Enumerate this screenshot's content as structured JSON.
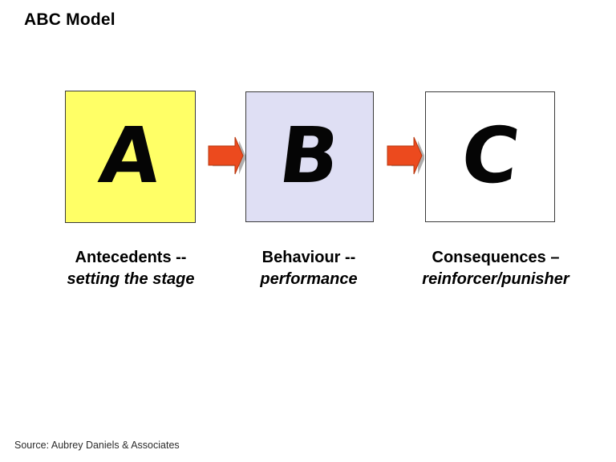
{
  "slide": {
    "title": "ABC Model",
    "background_color": "#ffffff"
  },
  "diagram": {
    "type": "process-flow",
    "stages": [
      {
        "id": "a",
        "letter": "A",
        "box_fill": "#ffff66",
        "box_border": "#3a3a3a",
        "caption_main": "Antecedents --",
        "caption_sub": "setting the stage"
      },
      {
        "id": "b",
        "letter": "B",
        "box_fill": "#dfdff4",
        "box_border": "#3a3a3a",
        "caption_main": "Behaviour --",
        "caption_sub": "performance"
      },
      {
        "id": "c",
        "letter": "C",
        "box_fill": "#ffffff",
        "box_border": "#3a3a3a",
        "caption_main": "Consequences –",
        "caption_sub": "reinforcer/punisher"
      }
    ],
    "connectors": [
      {
        "id": "arrow-1",
        "icon": "right-block-arrow-icon",
        "color": "#ec4a1e",
        "from": "a",
        "to": "b"
      },
      {
        "id": "arrow-2",
        "icon": "right-block-arrow-icon",
        "color": "#ec4a1e",
        "from": "b",
        "to": "c"
      }
    ]
  },
  "footer": {
    "source": "Source: Aubrey Daniels & Associates"
  }
}
